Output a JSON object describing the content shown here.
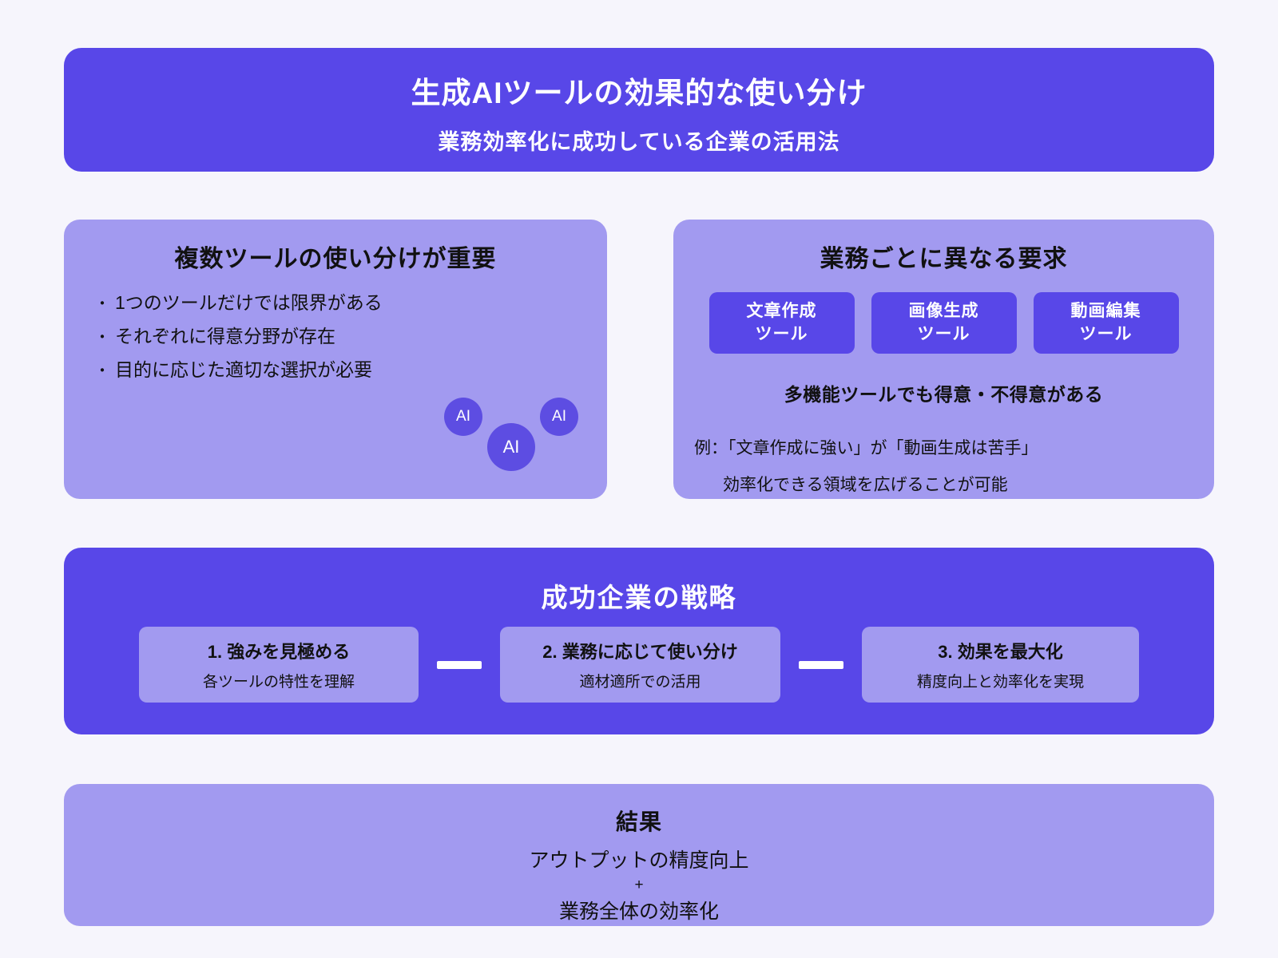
{
  "colors": {
    "primary": "#5847e8",
    "light_card": "#a29af0",
    "ai_circle": "#5d4de2",
    "background": "#f6f5fc",
    "text_dark": "#111111",
    "text_white": "#ffffff"
  },
  "header": {
    "title": "生成AIツールの効果的な使い分け",
    "subtitle": "業務効率化に成功している企業の活用法"
  },
  "left_card": {
    "title": "複数ツールの使い分けが重要",
    "bullet_marker": "・",
    "bullets": [
      "1つのツールだけでは限界がある",
      "それぞれに得意分野が存在",
      "目的に応じた適切な選択が必要"
    ],
    "circle_label": "AI"
  },
  "right_card": {
    "title": "業務ごとに異なる要求",
    "chips": [
      {
        "line1": "文章作成",
        "line2": "ツール"
      },
      {
        "line1": "画像生成",
        "line2": "ツール"
      },
      {
        "line1": "動画編集",
        "line2": "ツール"
      }
    ],
    "emphasis": "多機能ツールでも得意・不得意がある",
    "example_line1": "例：「文章作成に強い」が「動画生成は苦手」",
    "example_line2": "効率化できる領域を広げることが可能"
  },
  "strategy": {
    "title": "成功企業の戦略",
    "steps": [
      {
        "title": "1. 強みを見極める",
        "desc": "各ツールの特性を理解"
      },
      {
        "title": "2. 業務に応じて使い分け",
        "desc": "適材適所での活用"
      },
      {
        "title": "3. 効果を最大化",
        "desc": "精度向上と効率化を実現"
      }
    ]
  },
  "result": {
    "title": "結果",
    "line1": "アウトプットの精度向上",
    "plus": "+",
    "line2": "業務全体の効率化"
  }
}
